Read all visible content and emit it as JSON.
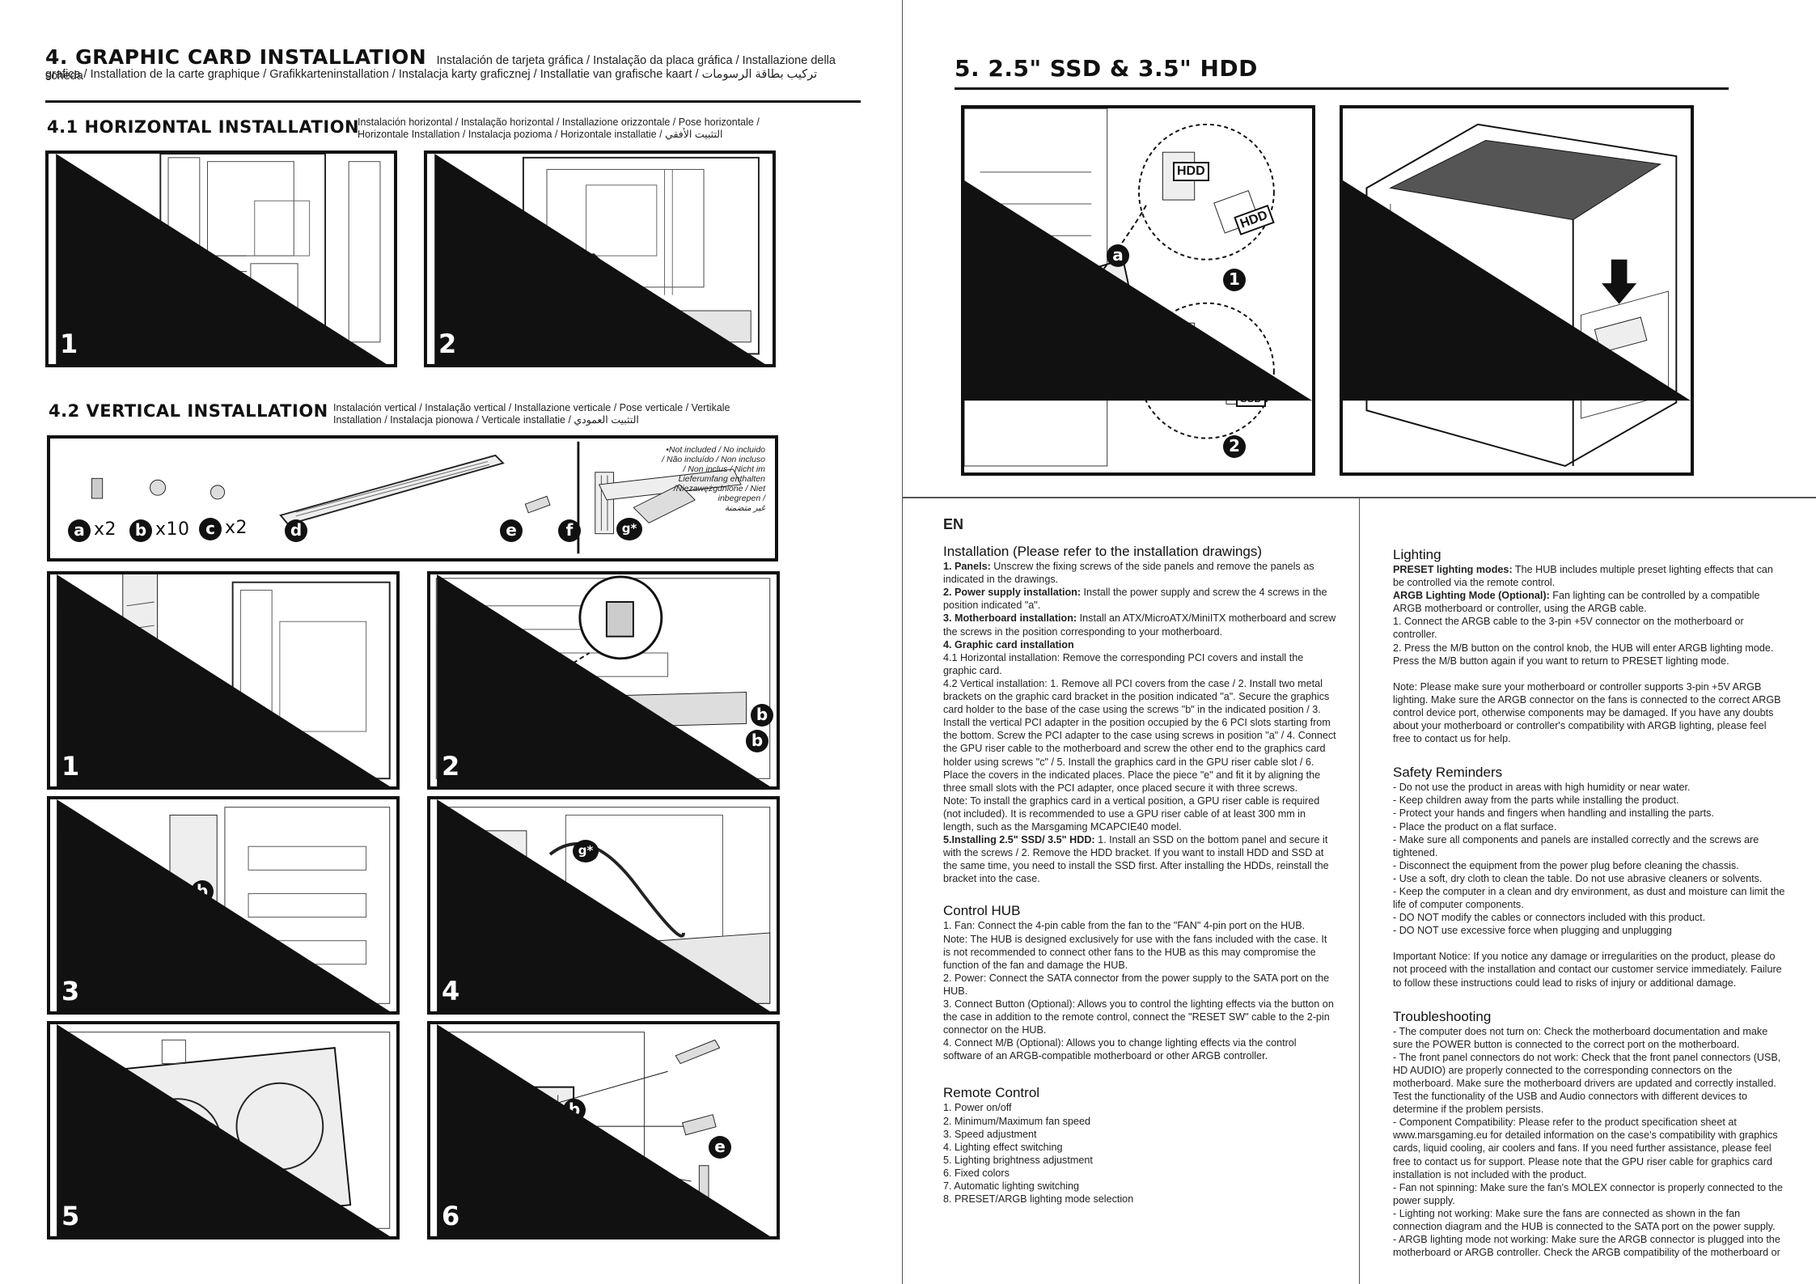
{
  "left_page": {
    "section4": {
      "title": "4. GRAPHIC CARD INSTALLATION",
      "subtitle_a": "Instalación de tarjeta gráfica / Instalação da placa gráfica / Installazione della scheda",
      "subtitle_b": "grafica / Installation de la carte graphique / Grafikkarteninstallation / Instalacja karty graficznej / Installatie van grafische kaart / تركيب بطاقة الرسومات"
    },
    "section41": {
      "title": "4.1 HORIZONTAL INSTALLATION",
      "subtitle_a": "Instalación horizontal / Instalação horizontal / Installazione orizzontale / Pose horizontale /",
      "subtitle_b": "Horizontale Installation / Instalacja pozioma / Horizontale installatie / التثبيت الأفقي",
      "steps": [
        "1",
        "2"
      ]
    },
    "section42": {
      "title": "4.2 VERTICAL INSTALLATION",
      "subtitle_a": "Instalación vertical / Instalação vertical / Installazione verticale / Pose verticale / Vertikale",
      "subtitle_b": "Installation / Instalacja pionowa / Verticale installatie / التثبيت العمودي",
      "parts": {
        "a_label": "a",
        "a_qty": "x2",
        "b_label": "b",
        "b_qty": "x10",
        "c_label": "c",
        "c_qty": "x2",
        "d_label": "d",
        "e_label": "e",
        "f_label": "f",
        "g_label": "g*"
      },
      "not_included_note": [
        "•Not included / No incluido",
        "/ Não incluído / Non incluso",
        "/ Non inclus / Nicht im",
        "Lieferumfang enthalten",
        "/Niezawężgdnione / Niet",
        "inbegrepen /",
        "غير متضمنة"
      ],
      "steps": [
        "1",
        "2",
        "3",
        "4",
        "5",
        "6"
      ]
    }
  },
  "right_page": {
    "section5": {
      "title": "5. 2.5\" SSD & 3.5\" HDD",
      "steps": [
        "1",
        "2"
      ],
      "callouts": {
        "hdd": "HDD",
        "ssd": "SSD",
        "one": "1",
        "two": "2"
      }
    },
    "lang": "EN",
    "installation": {
      "heading": "Installation (Please refer to the installation drawings)",
      "lines": [
        {
          "b": "1. Panels:",
          "t": " Unscrew the fixing screws of the side panels and remove the panels as indicated in the drawings."
        },
        {
          "b": "2. Power supply installation:",
          "t": " Install the power supply and screw the 4 screws in the position indicated \"a\"."
        },
        {
          "b": "3. Motherboard installation:",
          "t": " Install an ATX/MicroATX/MiniITX motherboard and screw the screws in the position corresponding to your motherboard."
        },
        {
          "b": "4. Graphic card installation",
          "t": ""
        },
        {
          "b": "",
          "t": "4.1 Horizontal installation: Remove the corresponding PCI covers and install the graphic card."
        },
        {
          "b": "",
          "t": "4.2 Vertical installation: 1. Remove all PCI covers from the case / 2. Install two metal brackets on the graphic card bracket in the position indicated \"a\". Secure the graphics card holder to the base of the case using the screws \"b\" in the indicated position / 3. Install the vertical PCI adapter in the position occupied by the 6 PCI slots starting from the bottom. Screw the PCI adapter to the case using screws in position \"a\" / 4. Connect the GPU riser cable to the motherboard and screw the other end to the graphics card holder using screws \"c\" / 5. Install the graphics card in the GPU riser cable slot / 6. Place the covers in the indicated places. Place the piece \"e\" and fit it by aligning the three small slots with the PCI adapter, once placed secure it with three screws."
        },
        {
          "b": "",
          "t": "Note: To install the graphics card in a vertical position, a GPU riser cable is required (not included). It is recommended to use a GPU riser cable of at least 300 mm in length, such as the Marsgaming MCAPCIE40 model."
        },
        {
          "b": "5.Installing 2.5\" SSD/ 3.5\" HDD:",
          "t": " 1. Install an SSD on the bottom panel and secure it with the screws / 2. Remove the HDD bracket. If you want to install HDD and SSD at the same time, you need to install the SSD first. After installing the HDDs, reinstall the bracket into the case."
        }
      ]
    },
    "control_hub": {
      "heading": "Control HUB",
      "lines": [
        "1. Fan: Connect the 4-pin cable from the fan to the \"FAN\" 4-pin port on the HUB.",
        "Note: The HUB is designed exclusively for use with the fans included with the case. It is not recommended to connect other fans to the HUB as this may compromise the function of the fan and damage the HUB.",
        "2. Power: Connect the SATA connector from the power supply to the SATA port on the HUB.",
        "3. Connect Button (Optional): Allows you to control the lighting effects via the button on the case in addition to the remote control, connect the \"RESET SW\" cable to the 2-pin connector on the HUB.",
        "4. Connect M/B (Optional): Allows you to change lighting effects via the control software of an ARGB-compatible motherboard or other ARGB controller."
      ]
    },
    "remote_control": {
      "heading": "Remote Control",
      "lines": [
        "1. Power on/off",
        "2. Minimum/Maximum fan speed",
        "3. Speed adjustment",
        "4. Lighting effect switching",
        "5. Lighting brightness adjustment",
        "6. Fixed colors",
        "7. Automatic lighting switching",
        "8. PRESET/ARGB lighting mode selection"
      ]
    },
    "lighting": {
      "heading": "Lighting",
      "lines": [
        {
          "b": "PRESET lighting modes:",
          "t": " The HUB includes multiple preset lighting effects that can be controlled via the remote control."
        },
        {
          "b": "ARGB Lighting Mode (Optional):",
          "t": " Fan lighting can be controlled by a compatible ARGB motherboard or controller, using the ARGB cable."
        },
        {
          "b": "",
          "t": "1. Connect the ARGB cable to the 3-pin +5V connector on the motherboard or controller."
        },
        {
          "b": "",
          "t": "2. Press the M/B button on the control knob, the HUB will enter ARGB lighting mode. Press the M/B button again if you want to return to PRESET lighting mode."
        }
      ],
      "note": "Note: Please make sure your motherboard or controller supports 3-pin +5V ARGB lighting. Make sure the ARGB connector on the fans is connected to the correct ARGB control device port, otherwise components may be damaged. If you have any doubts about your motherboard or controller's compatibility with ARGB lighting, please feel free to contact us for help."
    },
    "safety": {
      "heading": "Safety Reminders",
      "lines": [
        "- Do not use the product in areas with high humidity or near water.",
        "- Keep children away from the parts while installing the product.",
        "- Protect your hands and fingers when handling and installing the parts.",
        "- Place the product on a flat surface.",
        "- Make sure all components and panels are installed correctly and the screws are tightened.",
        "- Disconnect the equipment from the power plug before cleaning the chassis.",
        "- Use a soft, dry cloth to clean the table. Do not use abrasive cleaners or solvents.",
        "- Keep the computer in a clean and dry environment, as dust and moisture can limit the life of computer components.",
        "- DO NOT modify the cables or connectors included with this product.",
        "- DO NOT use excessive force when plugging and unplugging"
      ],
      "notice": "Important Notice: If you notice any damage or irregularities on the product, please do not proceed with the installation and contact our customer service immediately. Failure to follow these instructions could lead to risks of injury or additional damage."
    },
    "troubleshooting": {
      "heading": "Troubleshooting",
      "lines": [
        "- The computer does not turn on: Check the motherboard documentation and make sure the POWER button is connected to the correct port on the motherboard.",
        "- The front panel connectors do not work: Check that the front panel connectors (USB, HD AUDIO) are properly connected to the corresponding connectors on the motherboard. Make sure the motherboard drivers are updated and correctly installed. Test the functionality of the USB and Audio connectors with different devices to determine if the problem persists.",
        "- Component Compatibility: Please refer to the product specification sheet at www.marsgaming.eu for detailed information on the case's compatibility with graphics cards, liquid cooling, air coolers and fans. If you need further assistance, please feel free to contact us for support. Please note that the GPU riser cable for graphics card installation is not included with the product.",
        "- Fan not spinning: Make sure the fan's MOLEX connector is properly connected to the power supply.",
        "- Lighting not working: Make sure the fans are connected as shown in the fan connection diagram and the HUB is connected to the SATA port on the power supply.",
        "- ARGB lighting mode not working: Make sure the ARGB connector is plugged into the motherboard or ARGB controller. Check the ARGB compatibility of the motherboard or"
      ]
    }
  }
}
